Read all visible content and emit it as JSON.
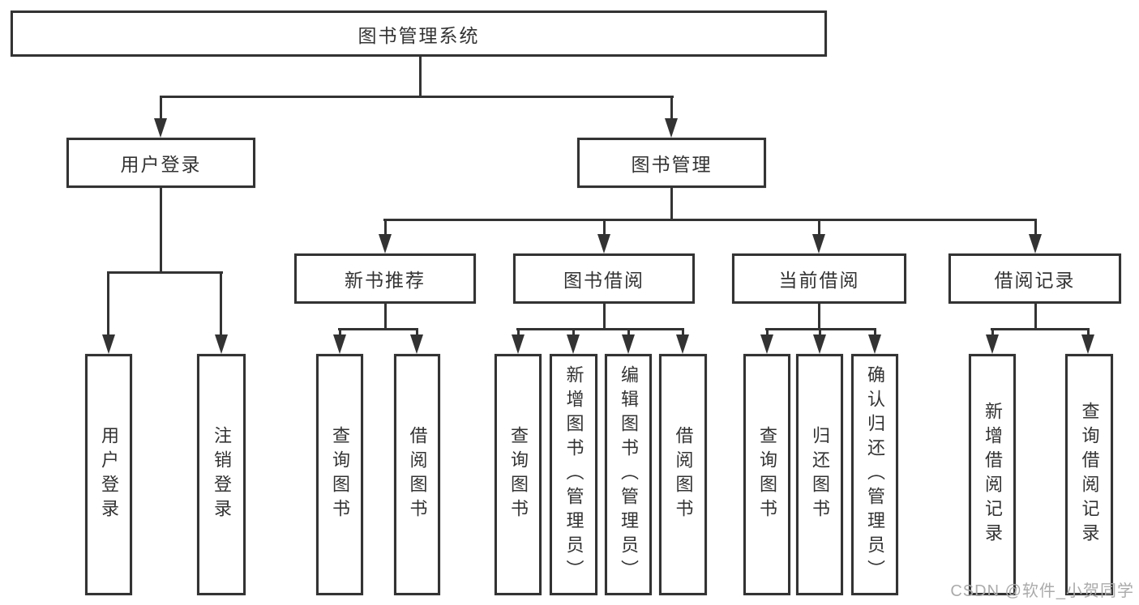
{
  "root": {
    "label": "图书管理系统"
  },
  "level2": {
    "user_login": {
      "label": "用户登录"
    },
    "book_mgmt": {
      "label": "图书管理"
    }
  },
  "level3": {
    "recommend": {
      "label": "新书推荐"
    },
    "borrow": {
      "label": "图书借阅"
    },
    "current": {
      "label": "当前借阅"
    },
    "records": {
      "label": "借阅记录"
    }
  },
  "leaves": {
    "login": [
      {
        "label": "用户登录"
      },
      {
        "label": "注销登录"
      }
    ],
    "recommend": [
      {
        "label": "查询图书"
      },
      {
        "label": "借阅图书"
      }
    ],
    "borrow": [
      {
        "label": "查询图书"
      },
      {
        "label": "新增图书（管理员）"
      },
      {
        "label": "编辑图书（管理员）"
      },
      {
        "label": "借阅图书"
      }
    ],
    "current": [
      {
        "label": "查询图书"
      },
      {
        "label": "归还图书"
      },
      {
        "label": "确认归还（管理员）"
      }
    ],
    "records": [
      {
        "label": "新增借阅记录"
      },
      {
        "label": "查询借阅记录"
      }
    ]
  },
  "watermark": {
    "text": "CSDN @软件_小贺同学"
  },
  "colors": {
    "line": "#333333",
    "border": "#333333",
    "text": "#333333",
    "background": "#ffffff",
    "watermark": "#ababab"
  }
}
